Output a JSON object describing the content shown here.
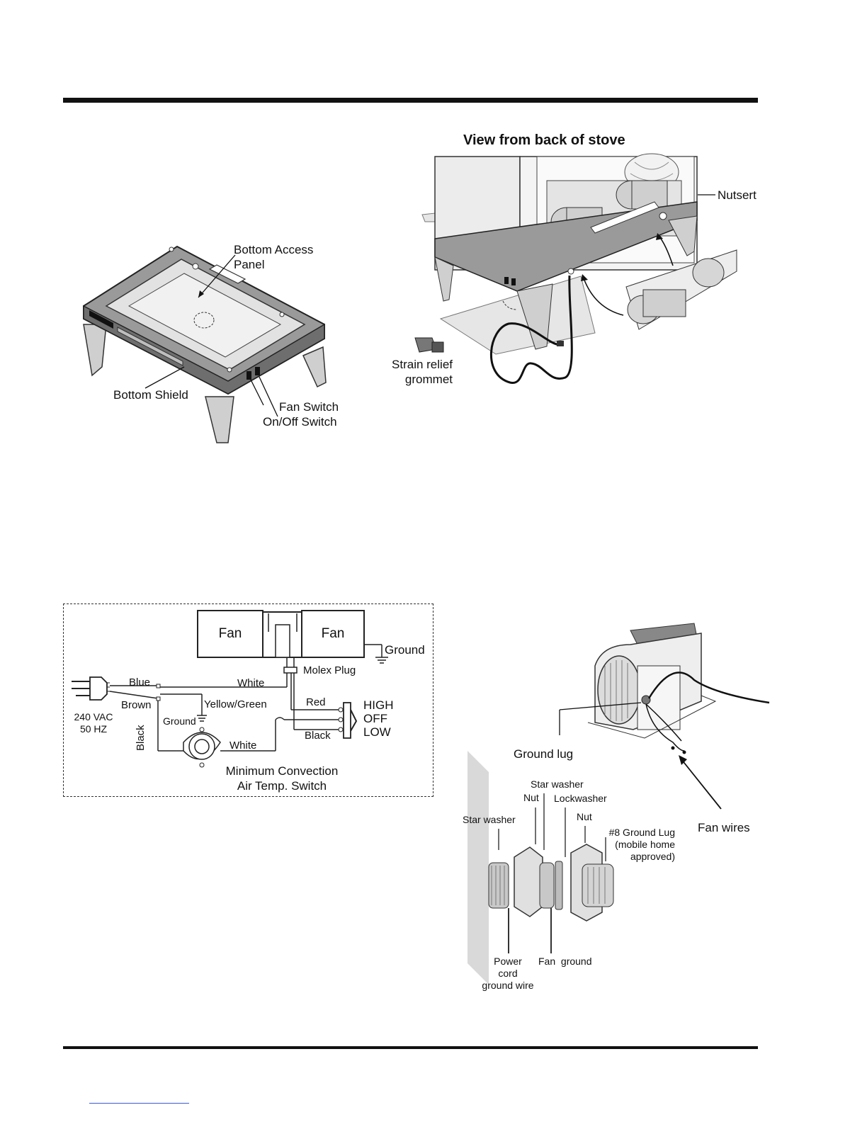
{
  "figures": {
    "bottom_view": {
      "labels": {
        "bottom_access_panel": [
          "Bottom Access",
          "Panel"
        ],
        "bottom_shield": "Bottom Shield",
        "fan_switch": "Fan Switch",
        "on_off_switch": "On/Off Switch"
      }
    },
    "back_view": {
      "title": "View from back of stove",
      "labels": {
        "nutsert": "Nutsert",
        "strain_relief": [
          "Strain relief",
          "grommet"
        ]
      }
    },
    "wiring_diagram": {
      "fan_left": "Fan",
      "fan_right": "Fan",
      "ground_top": "Ground",
      "molex_plug": "Molex Plug",
      "blue": "Blue",
      "white_top": "White",
      "brown": "Brown",
      "yellow_green": "Yellow/Green",
      "red": "Red",
      "switch_positions": [
        "HIGH",
        "OFF",
        "LOW"
      ],
      "voltage": [
        "240 VAC",
        "50 HZ"
      ],
      "ground_low": "Ground",
      "black_vertical": "Black",
      "black_right": "Black",
      "white_bottom": "White",
      "temp_switch": [
        "Minimum Convection",
        "Air Temp. Switch"
      ]
    },
    "ground_lug": {
      "ground_lug": "Ground lug",
      "fan_wires": "Fan wires",
      "star_washer_top": "Star washer",
      "nut_left": "Nut",
      "lockwasher": "Lockwasher",
      "star_washer_left": "Star washer",
      "nut_right": "Nut",
      "ground_lug_spec": [
        "#8 Ground Lug",
        "(mobile home",
        "approved)"
      ],
      "power_cord": [
        "Power",
        "cord",
        "ground wire"
      ],
      "fan_ground": "Fan  ground"
    }
  }
}
